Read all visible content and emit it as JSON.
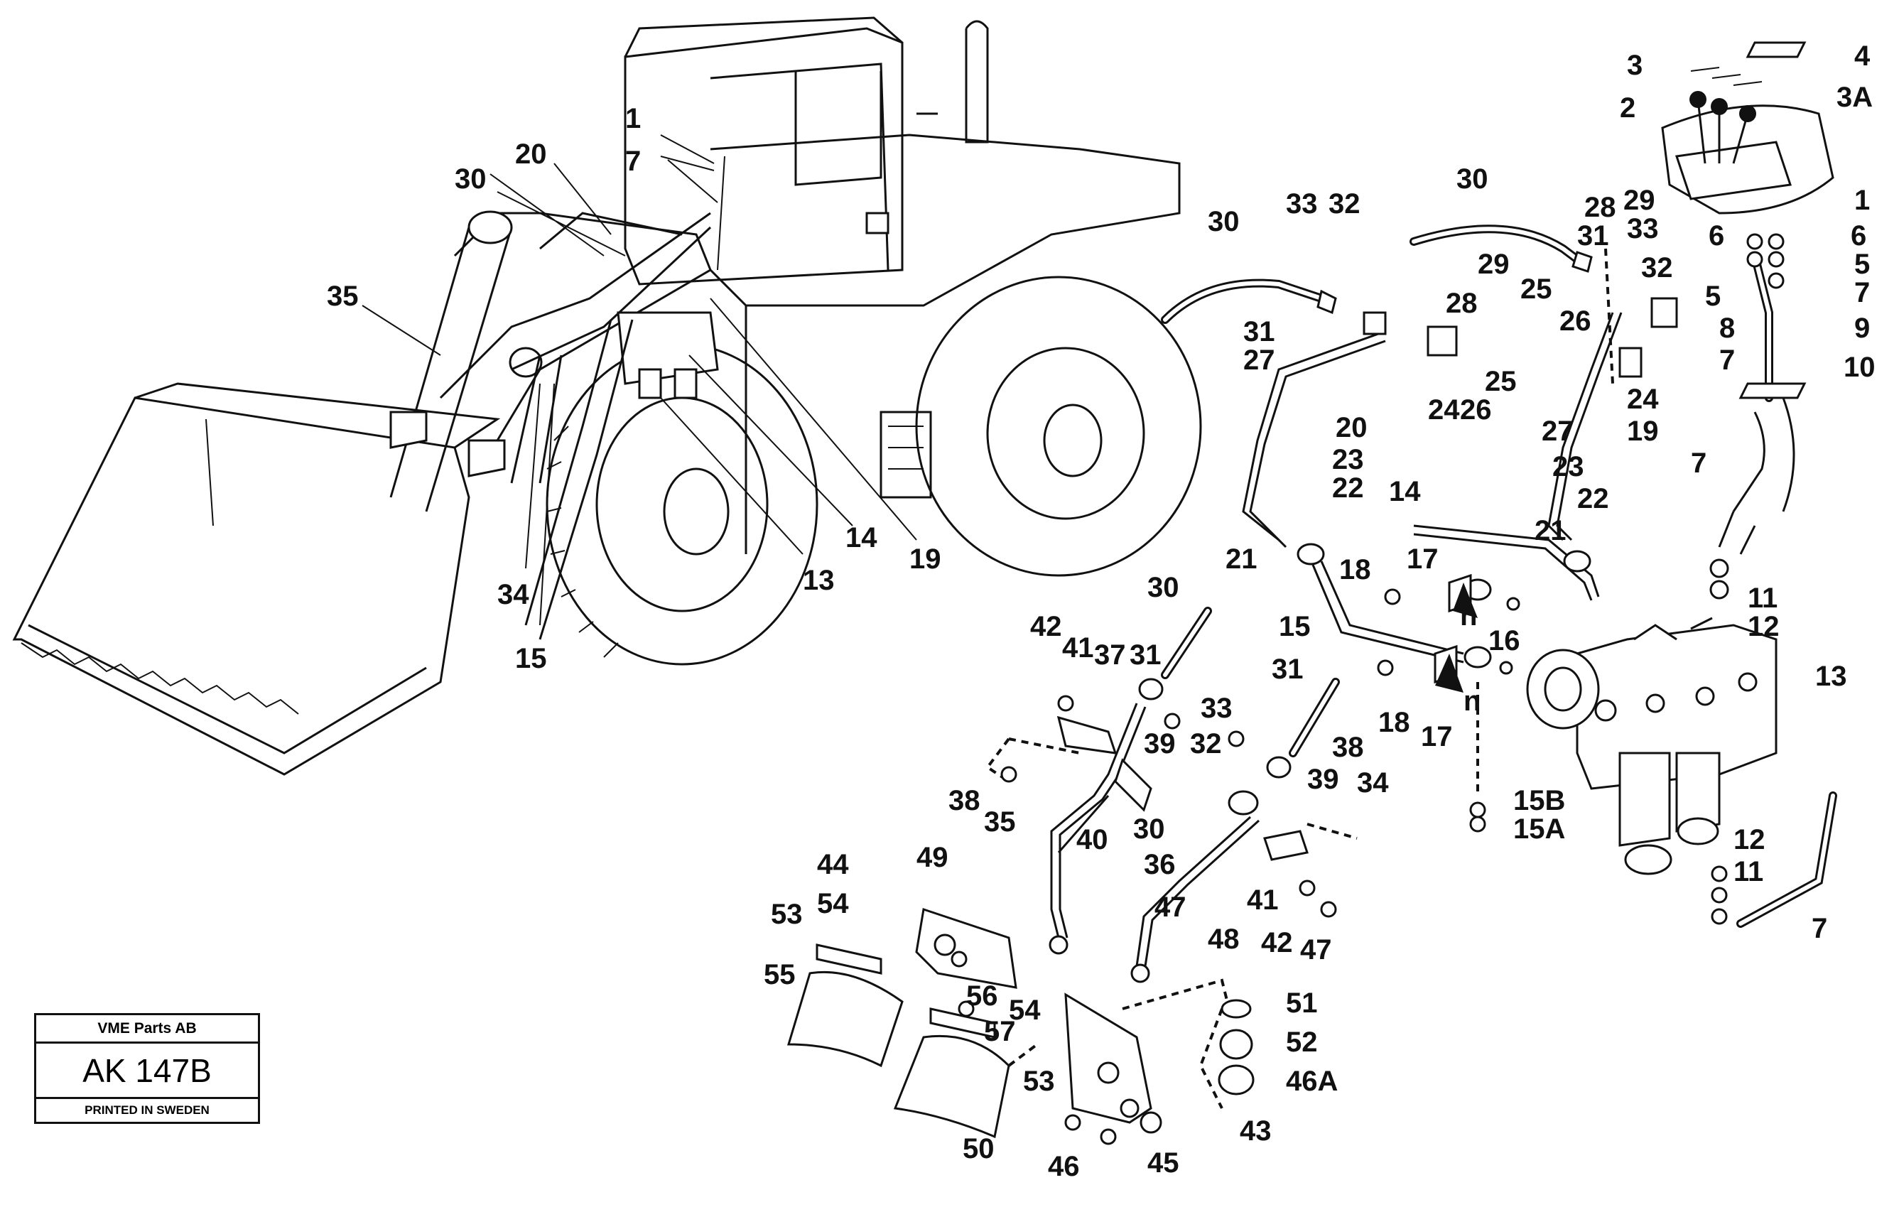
{
  "title_block": {
    "company": "VME Parts AB",
    "drawing_number": "AK 147B",
    "printed": "PRINTED IN SWEDEN"
  },
  "callouts": [
    "1",
    "7",
    "20",
    "30",
    "35",
    "34",
    "15",
    "13",
    "14",
    "19",
    "30",
    "33",
    "32",
    "31",
    "27",
    "24",
    "26",
    "25",
    "20",
    "28",
    "29",
    "30",
    "28",
    "29",
    "31",
    "33",
    "32",
    "25",
    "26",
    "24",
    "27",
    "19",
    "3",
    "4",
    "2",
    "3A",
    "1",
    "6",
    "6",
    "5",
    "5",
    "7",
    "8",
    "9",
    "7",
    "10",
    "23",
    "22",
    "14",
    "23",
    "22",
    "21",
    "21",
    "18",
    "17",
    "15",
    "16",
    "n",
    "7",
    "11",
    "12",
    "13",
    "18",
    "17",
    "n",
    "15B",
    "15A",
    "12",
    "11",
    "7",
    "30",
    "42",
    "41",
    "37",
    "31",
    "33",
    "32",
    "39",
    "38",
    "35",
    "40",
    "30",
    "31",
    "38",
    "39",
    "34",
    "36",
    "41",
    "42",
    "47",
    "47",
    "48",
    "44",
    "49",
    "54",
    "53",
    "55",
    "56",
    "54",
    "57",
    "53",
    "50",
    "51",
    "52",
    "46A",
    "43",
    "45",
    "46"
  ]
}
